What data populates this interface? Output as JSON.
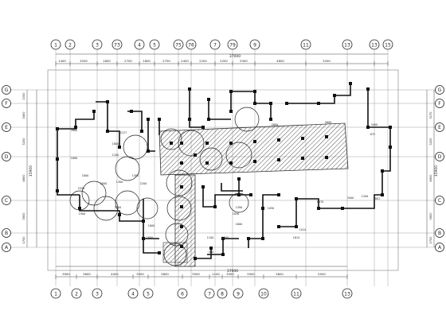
{
  "drawing": {
    "grid_x_labels": [
      "1",
      "2",
      "3",
      "73",
      "4",
      "5",
      "75",
      "76",
      "7",
      "79",
      "9",
      "11",
      "13",
      "13",
      "15"
    ],
    "grid_x_labels_bottom": [
      "1",
      "2",
      "3",
      "4",
      "5",
      "6",
      "7",
      "8",
      "9",
      "10",
      "11",
      "13"
    ],
    "grid_y_labels": [
      "G",
      "F",
      "E",
      "D",
      "C",
      "B",
      "A"
    ],
    "overall_top": "37000",
    "overall_bottom": "37000",
    "top_dims": [
      "1400",
      "3200",
      "1800",
      "2700",
      "1800",
      "2700",
      "2400",
      "2200",
      "2200",
      "5300",
      "4600",
      "3200"
    ],
    "bottom_dims": [
      "3900",
      "3600",
      "4000",
      "3500",
      "3800",
      "3500",
      "1100",
      "3500",
      "3500",
      "3800",
      "5500"
    ],
    "left_dims": [
      "1000",
      "3400",
      "3200",
      "4800",
      "3600",
      "1700"
    ],
    "right_dims": [
      "3170",
      "3200",
      "4600",
      "3600",
      "1700"
    ],
    "overall_left": "15900",
    "overall_right": "15900",
    "local_dims": [
      "2800",
      "2127",
      "1200",
      "1800",
      "1600",
      "2000",
      "1800",
      "2200",
      "1300",
      "2550",
      "1300",
      "2000",
      "1800",
      "1900",
      "1050",
      "3400",
      "872",
      "1670",
      "1801",
      "1014",
      "3400",
      "1200",
      "1800",
      "500",
      "2800",
      "2600",
      "1614",
      "1600",
      "1300",
      "1390",
      "1100",
      "1050"
    ],
    "accent_hatch": "#444444"
  }
}
